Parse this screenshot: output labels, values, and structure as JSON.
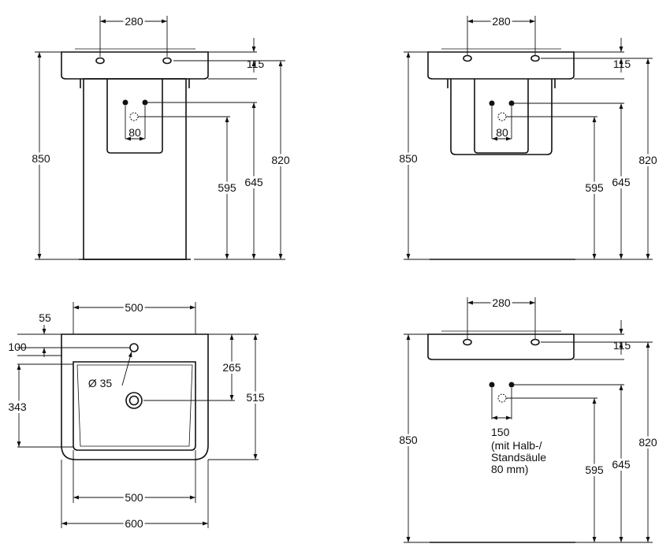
{
  "colors": {
    "line": "#111111",
    "background": "#ffffff"
  },
  "views": {
    "front_pedestal": {
      "tap_spacing": "280",
      "deck_height": "115",
      "waste_spacing": "80",
      "total_height": "850",
      "rim_height": "820",
      "pipe_height": "645",
      "waste_height": "595"
    },
    "front_wall_hung": {
      "tap_spacing": "280",
      "deck_height": "115",
      "waste_spacing": "80",
      "total_height": "850",
      "rim_height": "820",
      "pipe_height": "645",
      "waste_height": "595"
    },
    "plan": {
      "bowl_width_top": "500",
      "tap_offset_top": "55",
      "tap_offset_front": "100",
      "tap_hole_diameter": "Ø 35",
      "waste_depth": "265",
      "bowl_depth": "343",
      "total_depth": "515",
      "bowl_width_bottom": "500",
      "total_width": "600"
    },
    "front_semi_pedestal": {
      "tap_spacing": "280",
      "deck_height": "115",
      "total_height": "850",
      "rim_height": "820",
      "pipe_height": "645",
      "waste_height": "595",
      "waste_spacing": "150",
      "note_lines": [
        "(mit Halb-/",
        "Standsäule",
        "80 mm)"
      ]
    }
  }
}
